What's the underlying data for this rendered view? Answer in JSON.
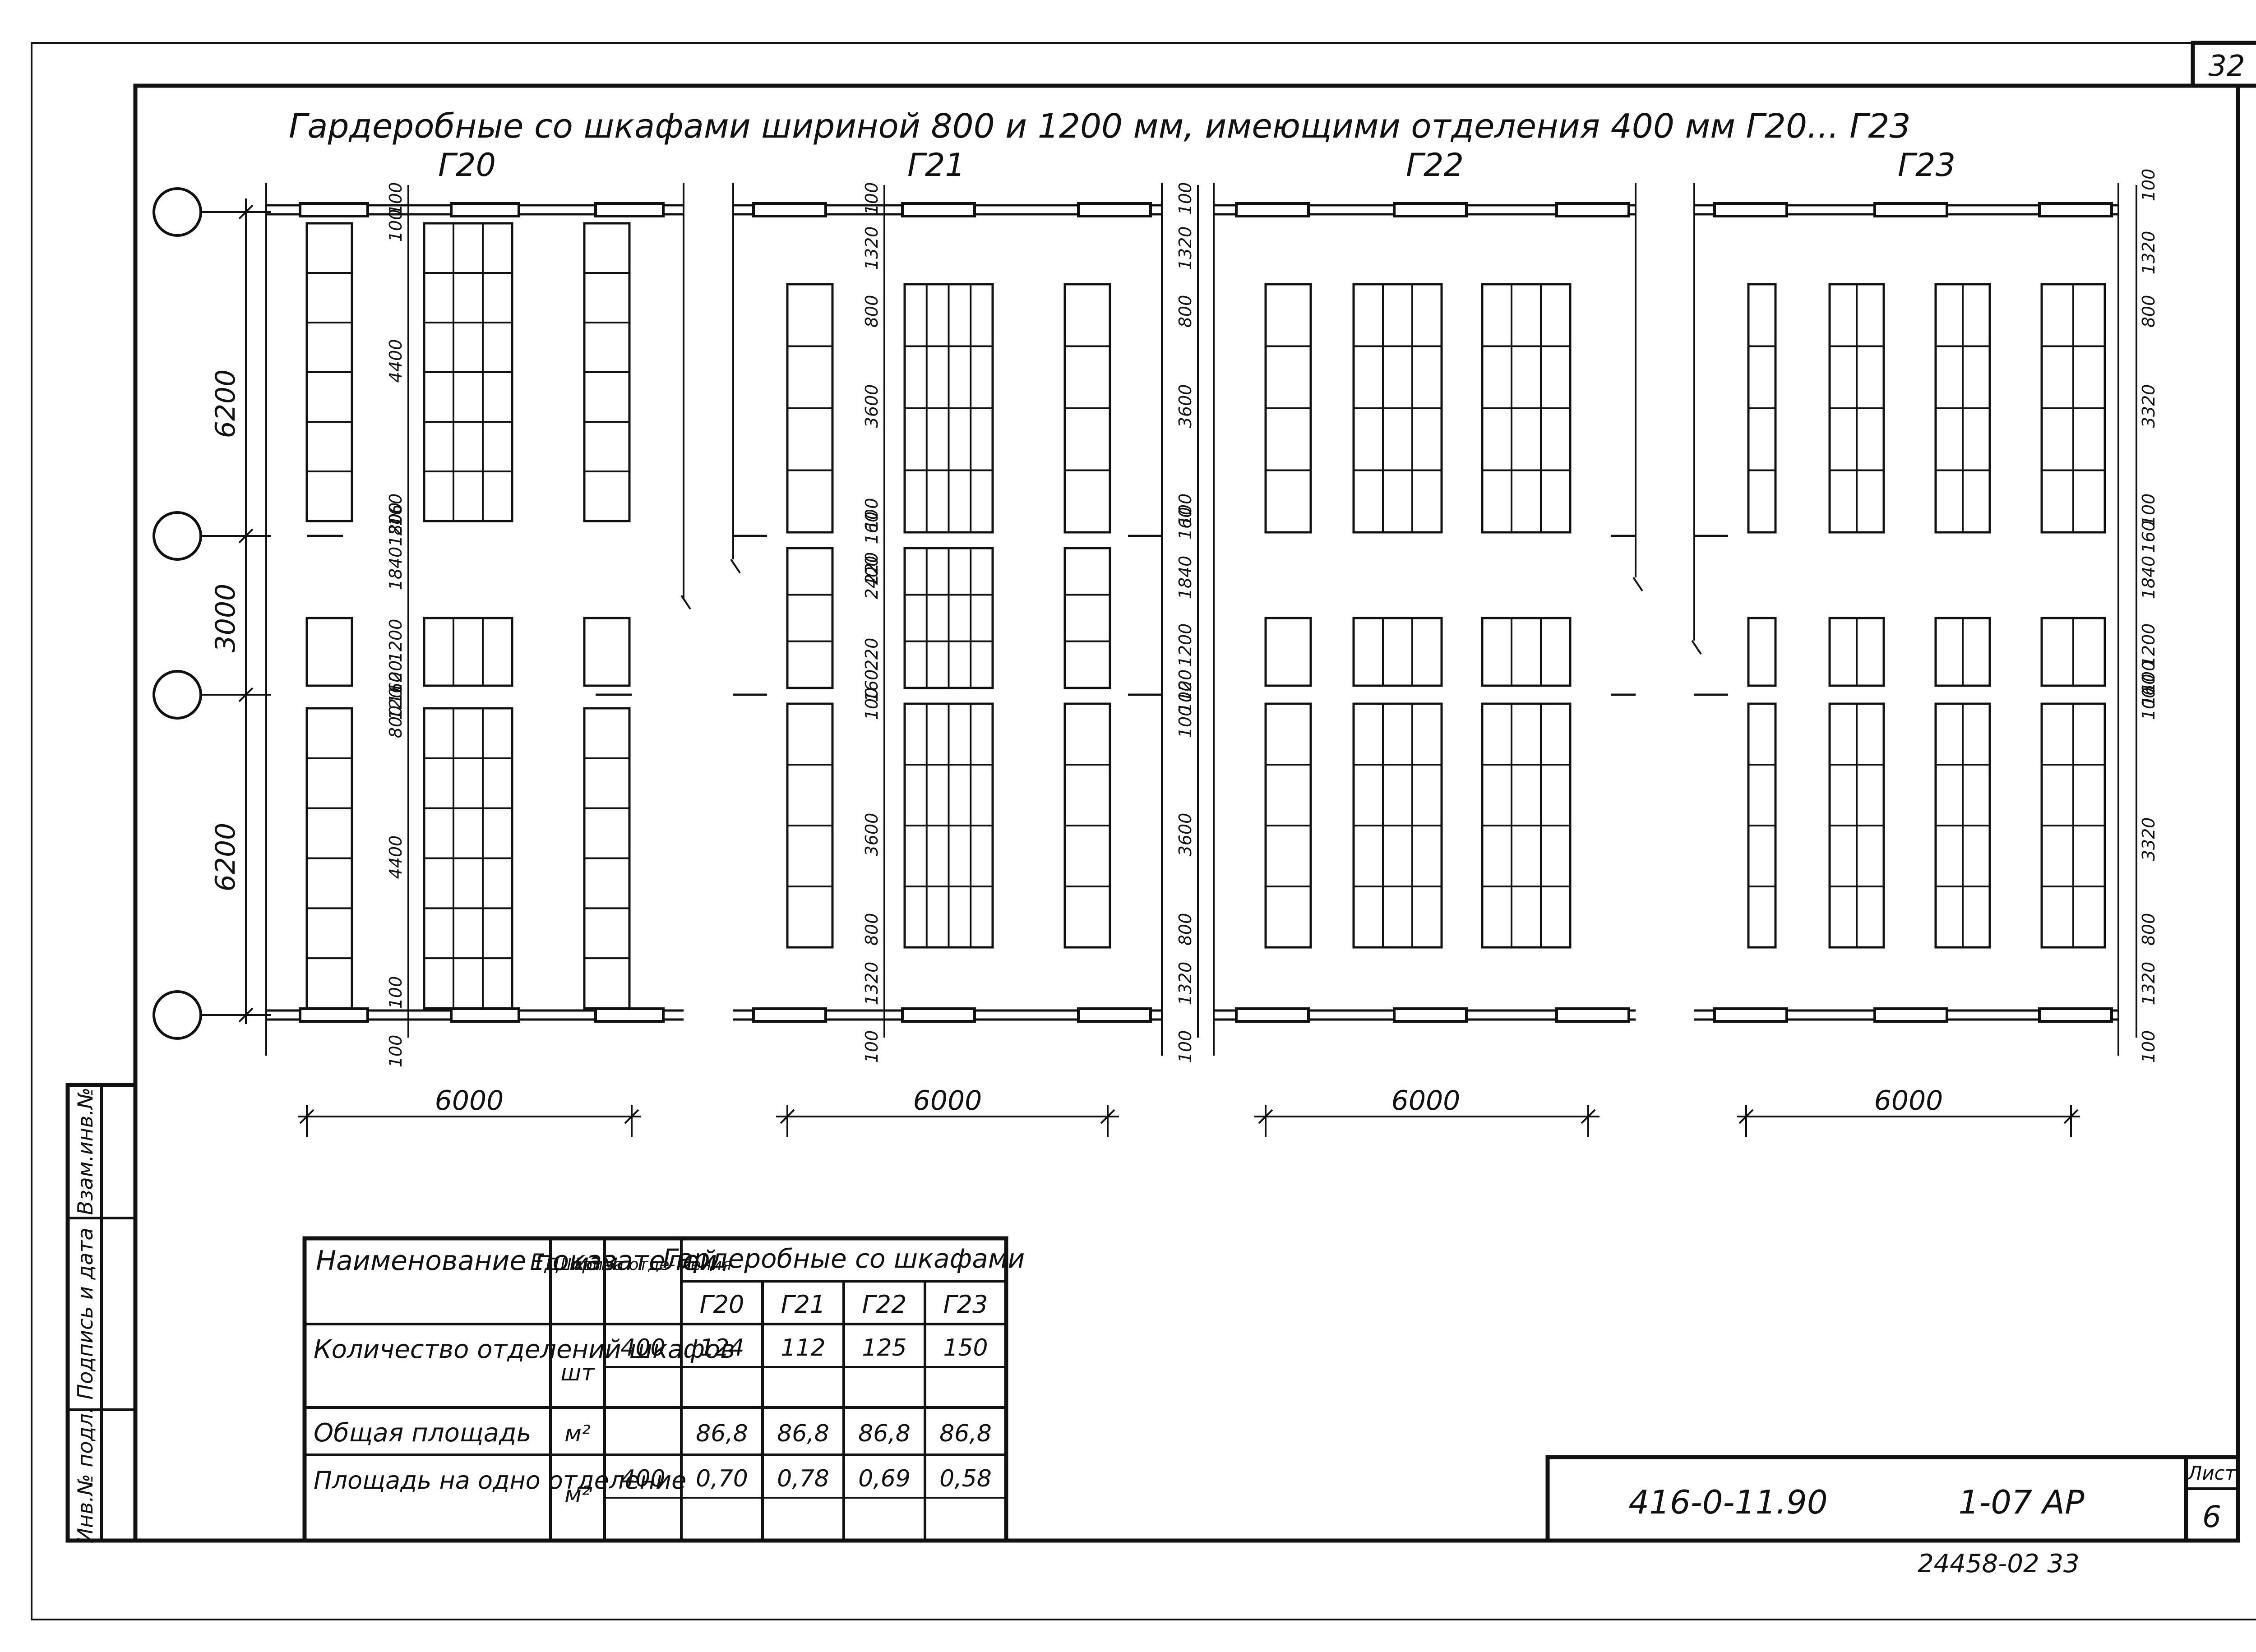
{
  "sheet_number": "32",
  "title": "Гардеробные со шкафами шириной 800 и 1200 мм, имеющими отделения 400 мм Г20... Г23",
  "plans": [
    {
      "label": "Г20",
      "width_dim": "6000",
      "left_dims": [
        "6200",
        "3000",
        "6200"
      ],
      "inner_dims": [
        "100",
        "100",
        "4400",
        "160",
        "800",
        "120",
        "1840",
        "1200",
        "120",
        "160",
        "120",
        "800",
        "4400",
        "100",
        "100"
      ]
    },
    {
      "label": "Г21",
      "width_dim": "6000",
      "inner_dims": [
        "100",
        "1320",
        "800",
        "3600",
        "100",
        "160",
        "2400",
        "220",
        "220",
        "160",
        "100",
        "3600",
        "800",
        "1320",
        "100"
      ]
    },
    {
      "label": "Г22",
      "width_dim": "6000",
      "inner_dims": [
        "100",
        "1320",
        "800",
        "3600",
        "100",
        "160",
        "1840",
        "1200",
        "120",
        "100",
        "100",
        "3600",
        "800",
        "1320",
        "100"
      ]
    },
    {
      "label": "Г23",
      "width_dim": "6000",
      "right_dims": [
        "100",
        "1320",
        "800",
        "3320",
        "100",
        "160",
        "1840",
        "1200",
        "100",
        "160",
        "100",
        "3320",
        "800",
        "1320",
        "100"
      ]
    }
  ],
  "side_stamp": [
    "Инв.№ подл.",
    "Подпись и дата",
    "Взам.инв.№"
  ],
  "table": {
    "header": {
      "name": "Наименование показателей",
      "unit": "Ед. изм.",
      "width": "Ширина отде- ления",
      "group": "Гардеробные со шкафами",
      "cols": [
        "Г20",
        "Г21",
        "Г22",
        "Г23"
      ]
    },
    "rows": [
      {
        "name": "Количество отделений шкафов",
        "unit": "шт",
        "width": "400",
        "values": [
          "124",
          "112",
          "125",
          "150"
        ]
      },
      {
        "name": "Общая площадь",
        "unit": "м²",
        "width": "",
        "values": [
          "86,8",
          "86,8",
          "86,8",
          "86,8"
        ]
      },
      {
        "name": "Площадь на одно отделение",
        "unit": "м²",
        "width": "400",
        "values": [
          "0,70",
          "0,78",
          "0,69",
          "0,58"
        ]
      }
    ]
  },
  "title_block": {
    "project": "416-0-11.90",
    "code": "1-07 АР",
    "sheet_label": "Лист",
    "sheet": "6"
  },
  "bottom_stamp": "24458-02  33"
}
